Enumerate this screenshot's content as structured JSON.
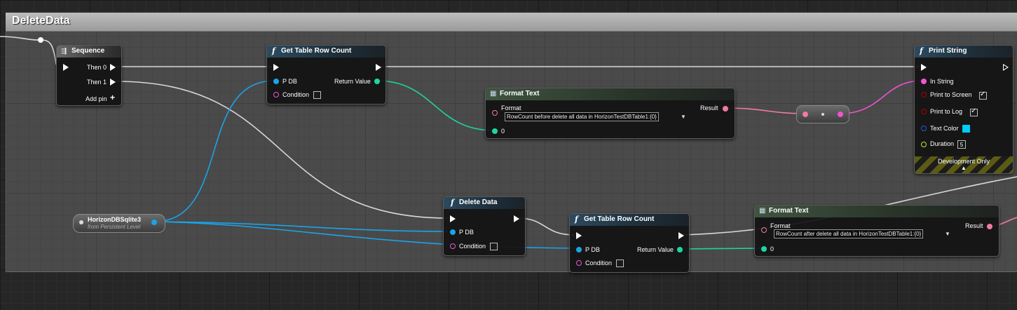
{
  "comment": {
    "title": "DeleteData"
  },
  "sequence": {
    "title": "Sequence",
    "then0": "Then 0",
    "then1": "Then 1",
    "add_pin": "Add pin",
    "plus": "+"
  },
  "row_count_1": {
    "title": "Get Table Row Count",
    "icon": "f",
    "pdb": "P DB",
    "condition": "Condition",
    "return": "Return Value"
  },
  "format_1": {
    "title": "Format Text",
    "format_label": "Format",
    "format_value": "RowCount before delete all data in HorizonTestDBTable1:{0}",
    "result": "Result",
    "arg0": "0"
  },
  "print": {
    "title": "Print String",
    "icon": "f",
    "in_string": "In String",
    "print_screen": "Print to Screen",
    "print_log": "Print to Log",
    "text_color": "Text Color",
    "duration": "Duration",
    "duration_value": "5",
    "dev_only": "Development Only",
    "up_arrow": "▲",
    "text_color_hex": "#00ccff"
  },
  "variable": {
    "name": "HorizonDBSqlite3",
    "sub": "from Persistent Level"
  },
  "delete_data": {
    "title": "Delete Data",
    "icon": "f",
    "pdb": "P DB",
    "condition": "Condition"
  },
  "row_count_2": {
    "title": "Get Table Row Count",
    "icon": "f",
    "pdb": "P DB",
    "condition": "Condition",
    "return": "Return Value"
  },
  "format_2": {
    "title": "Format Text",
    "format_label": "Format",
    "format_value": "RowCount after delete all data in HorizonTestDBTable1:{0}",
    "result": "Result",
    "arg0": "0"
  },
  "colors": {
    "exec_wire": "#d8d8d8",
    "object_wire": "#19a4ea",
    "int_wire": "#1ed5a2",
    "text_wire": "#f07ba0",
    "string_wire": "#f253d3"
  }
}
